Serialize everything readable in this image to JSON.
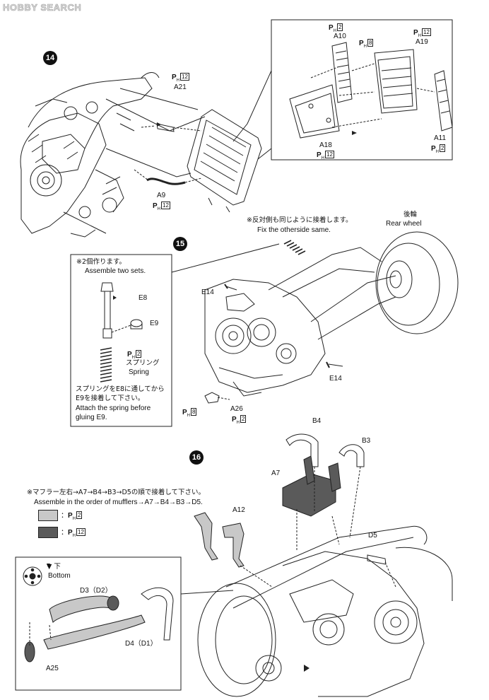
{
  "logo": {
    "text": "HOBBY SEARCH"
  },
  "steps": {
    "s14": {
      "number": "14",
      "parts": [
        {
          "code": "A21",
          "paint": "12"
        },
        {
          "code": "A9",
          "paint": "12"
        },
        {
          "code": "A10",
          "paint": "2"
        },
        {
          "code": "A19",
          "paint": "12"
        },
        {
          "code": "A18",
          "paint": "12"
        },
        {
          "code": "A11",
          "paint": "2"
        }
      ],
      "inset_paint_extra": "8"
    },
    "s15": {
      "number": "15",
      "note_jp": "※反対側も同じように接着します。",
      "note_en": "Fix the otherside same.",
      "rear_wheel_jp": "後輪",
      "rear_wheel_en": "Rear wheel",
      "callout": {
        "title_jp": "※2個作ります。",
        "title_en": "Assemble two sets.",
        "parts": [
          {
            "code": "E8"
          },
          {
            "code": "E9"
          }
        ],
        "spring_paint": "2",
        "spring_jp": "スプリング",
        "spring_en": "Spring",
        "instr_jp_1": "スプリングをE8に通してから",
        "instr_jp_2": "E9を接着して下さい。",
        "instr_en_1": "Attach the spring before",
        "instr_en_2": "gluing E9."
      },
      "parts": [
        {
          "code": "E14"
        },
        {
          "code": "E14"
        },
        {
          "code": "A26",
          "paint": "2"
        }
      ],
      "paint_a26_left": "8"
    },
    "s16": {
      "number": "16",
      "note_jp": "※マフラー左右→A7→B4→B3→D5の順で接着して下さい。",
      "note_en": "Assemble in the order of mufflers→A7→B4→B3→D5.",
      "legend": [
        {
          "paint": "2",
          "color": "#c8c8c8"
        },
        {
          "paint": "12",
          "color": "#5a5a5a"
        }
      ],
      "parts": {
        "b4": "B4",
        "b3": "B3",
        "a7": "A7",
        "a12": "A12",
        "d5": "D5",
        "d3": "D3（D2）",
        "d4": "D4（D1）",
        "a25": "A25"
      },
      "bottom_jp": "下",
      "bottom_en": "Bottom"
    }
  },
  "paint_prefix": {
    "letter": "P",
    "sub": "H"
  }
}
